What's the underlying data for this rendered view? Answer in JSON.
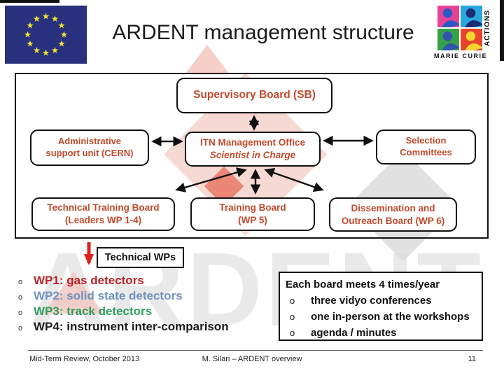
{
  "header": {
    "title": "ARDENT management structure",
    "marie_curie_caption": "MARIE CURIE",
    "marie_curie_vertical": "ACTIONS"
  },
  "watermark_text": "ARDENT",
  "org_chart": {
    "supervisory_board": {
      "line1": "Supervisory Board (SB)"
    },
    "admin_support": {
      "line1": "Administrative",
      "line2": "support unit (CERN)"
    },
    "itn_office": {
      "line1": "ITN Management Office",
      "line2": "Scientist in Charge"
    },
    "selection_committees": {
      "line1": "Selection",
      "line2": "Committees"
    },
    "technical_training_board": {
      "line1": "Technical Training Board",
      "line2": "(Leaders WP 1-4)"
    },
    "training_board": {
      "line1": "Training Board",
      "line2": "(WP 5)"
    },
    "dissemination_board": {
      "line1": "Dissemination and",
      "line2": "Outreach Board (WP 6)"
    }
  },
  "technical_wps": {
    "label": "Technical WPs"
  },
  "wp_list": {
    "bullet": "o",
    "items": [
      {
        "text": "WP1: gas detectors",
        "color": "#b82327"
      },
      {
        "text": "WP2: solid state detectors",
        "color": "#6f93bf"
      },
      {
        "text": "WP3: track detectors",
        "color": "#2e9e5b"
      },
      {
        "text": "WP4: instrument inter-comparison",
        "color": "#1a1a1a"
      }
    ]
  },
  "board_meetings": {
    "title": "Each board meets 4 times/year",
    "bullet": "o",
    "items": [
      "three vidyo conferences",
      "one in-person at the workshops",
      "agenda / minutes"
    ]
  },
  "footer": {
    "left": "Mid-Term Review, October 2013",
    "center": "M. Silari – ARDENT overview",
    "page_number": "11"
  },
  "colors": {
    "box_text": "#c24a2c",
    "eu_blue": "#27317e",
    "star_yellow": "#f2e130",
    "red_arrow": "#e0201c"
  }
}
